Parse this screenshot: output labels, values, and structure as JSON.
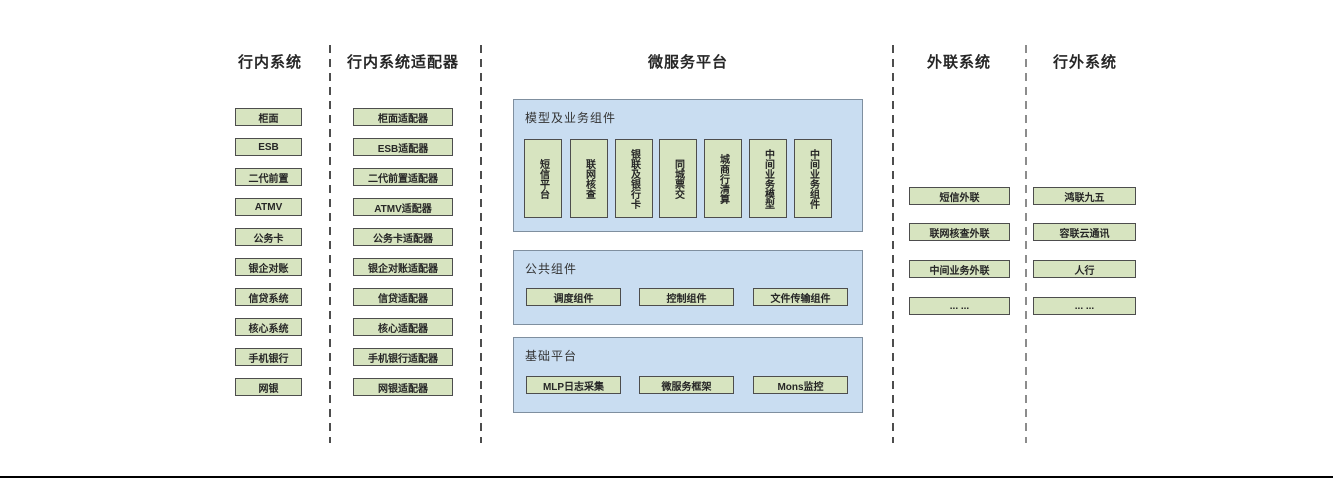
{
  "sections": {
    "internal": {
      "title": "行内系统",
      "items": [
        "柜面",
        "ESB",
        "二代前置",
        "ATMV",
        "公务卡",
        "银企对账",
        "信贷系统",
        "核心系统",
        "手机银行",
        "网银"
      ]
    },
    "adapters": {
      "title": "行内系统适配器",
      "items": [
        "柜面适配器",
        "ESB适配器",
        "二代前置适配器",
        "ATMV适配器",
        "公务卡适配器",
        "银企对账适配器",
        "信贷适配器",
        "核心适配器",
        "手机银行适配器",
        "网银适配器"
      ]
    },
    "platform": {
      "title": "微服务平台",
      "groups": [
        {
          "label": "模型及业务组件",
          "items": [
            "短信平台",
            "联网核查",
            "银联及银行卡",
            "同城票交",
            "城商行清算",
            "中间业务模型",
            "中间业务组件"
          ]
        },
        {
          "label": "公共组件",
          "items": [
            "调度组件",
            "控制组件",
            "文件传输组件"
          ]
        },
        {
          "label": "基础平台",
          "items": [
            "MLP日志采集",
            "微服务框架",
            "Mons监控"
          ]
        }
      ]
    },
    "outreach": {
      "title": "外联系统",
      "items": [
        "短信外联",
        "联网核查外联",
        "中间业务外联",
        "... ..."
      ]
    },
    "external": {
      "title": "行外系统",
      "items": [
        "鸿联九五",
        "容联云通讯",
        "人行",
        "... ..."
      ]
    }
  },
  "colors": {
    "component_fill": "#d7e4c0",
    "component_border": "#4d4d4d",
    "panel_fill": "#c9ddf1",
    "panel_border": "#7f8f9f",
    "divider": "#4d4d4d",
    "divider_light": "#8c8c8c",
    "bottom_rule": "#000000",
    "text": "#262626"
  }
}
